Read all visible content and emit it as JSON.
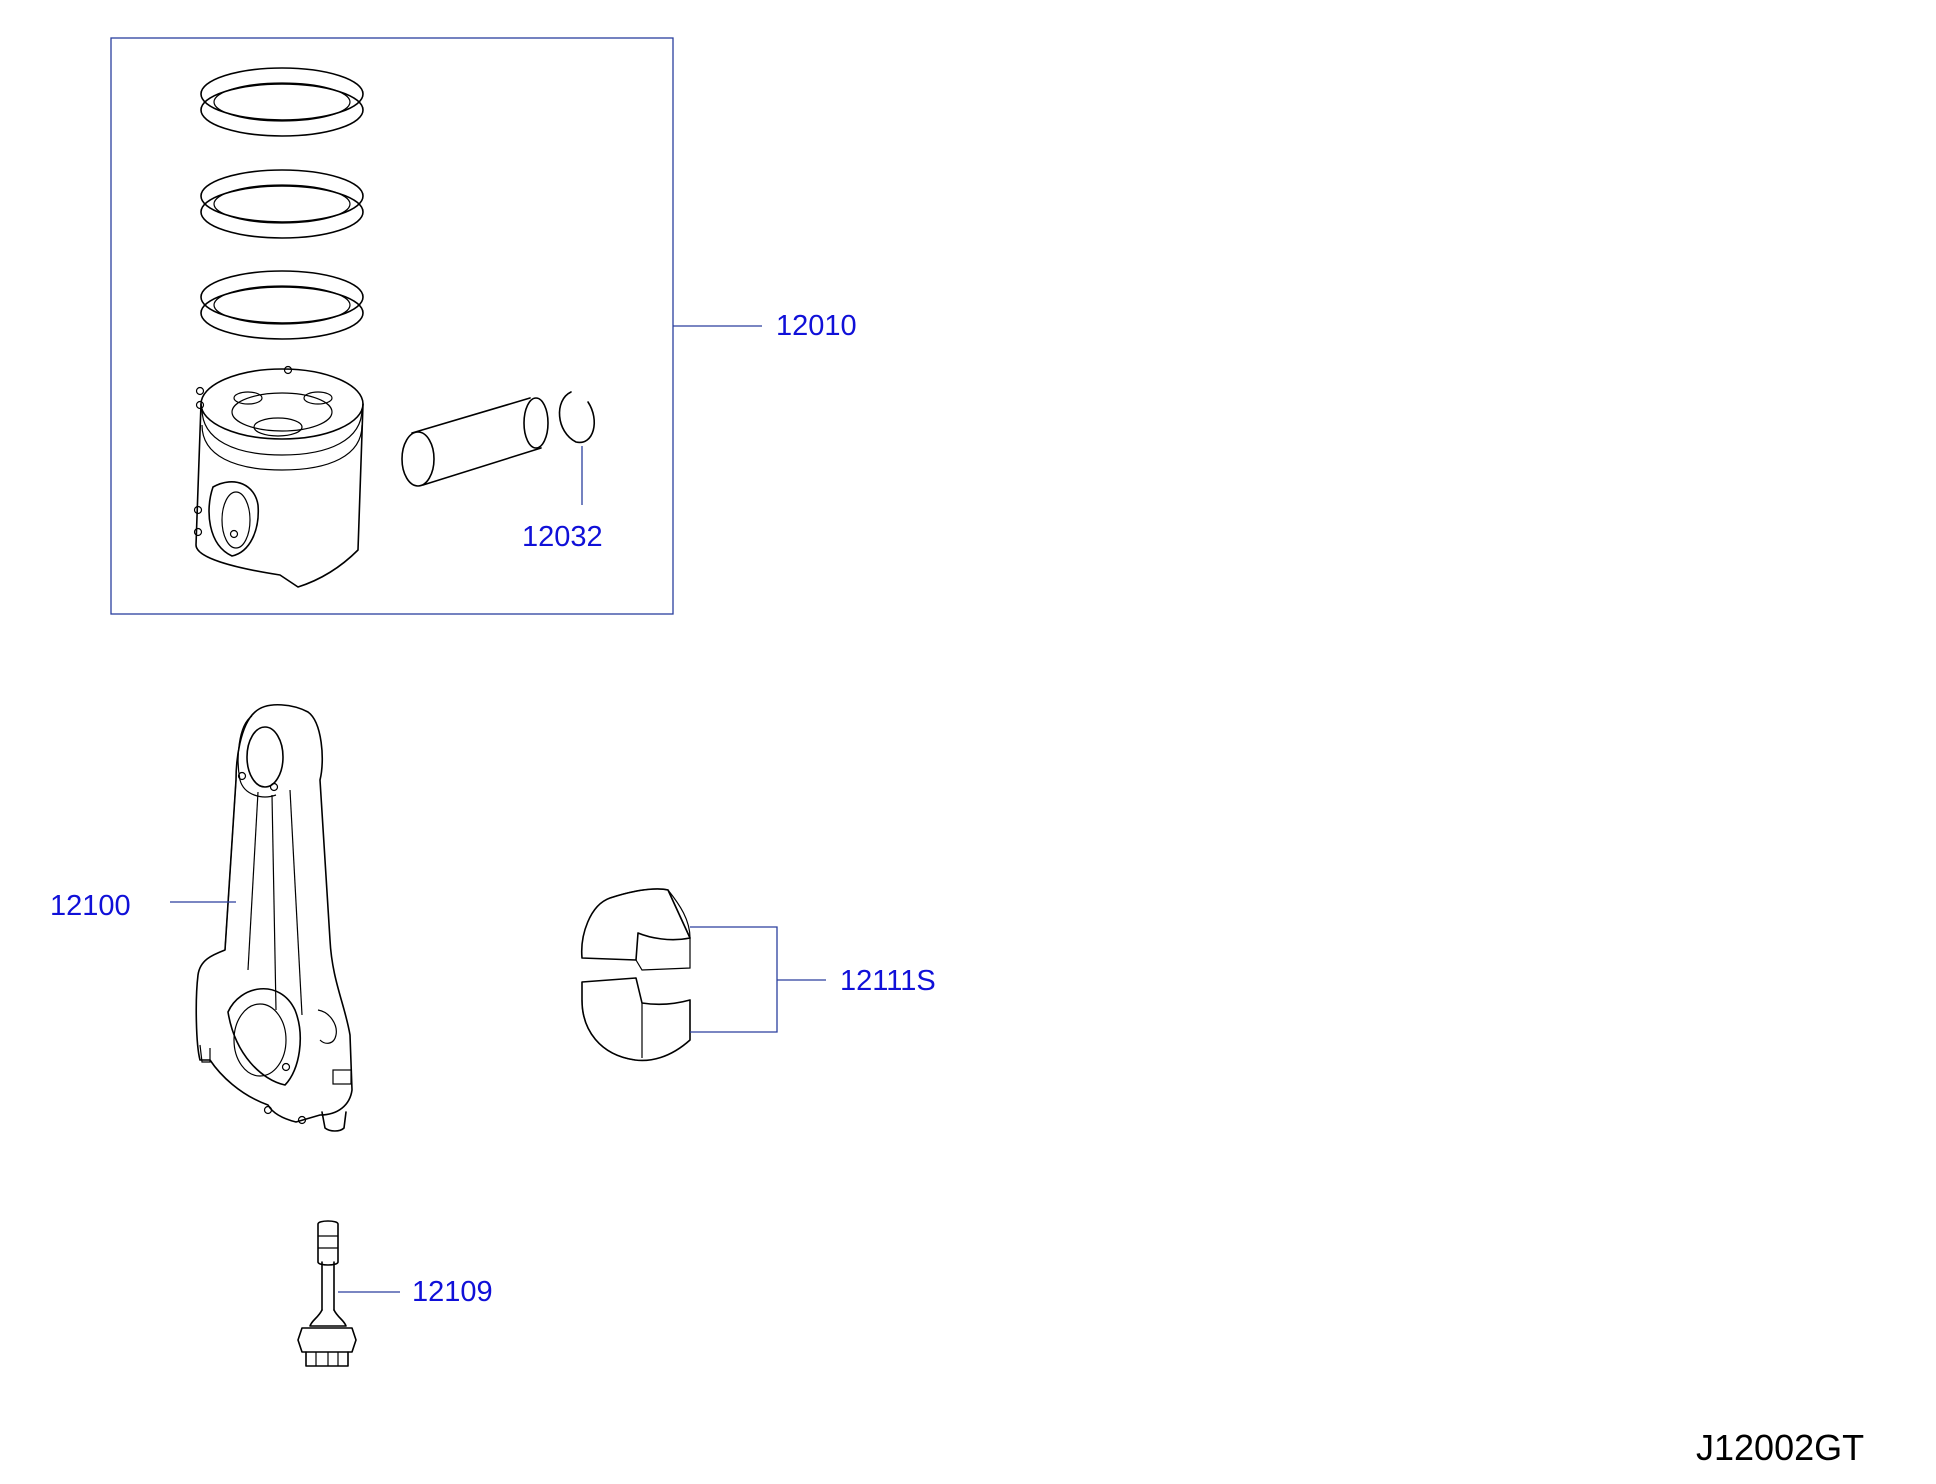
{
  "parts": [
    {
      "id": "piston-assembly",
      "part_number": "12010"
    },
    {
      "id": "piston-pin-snap-ring",
      "part_number": "12032"
    },
    {
      "id": "connecting-rod",
      "part_number": "12100"
    },
    {
      "id": "connecting-rod-bearing-set",
      "part_number": "12111S"
    },
    {
      "id": "connecting-rod-bolt",
      "part_number": "12109"
    }
  ],
  "diagram_code": "J12002GT",
  "colors": {
    "label": "#1010d8",
    "leader": "#2a3f9e",
    "outline": "#000000"
  }
}
